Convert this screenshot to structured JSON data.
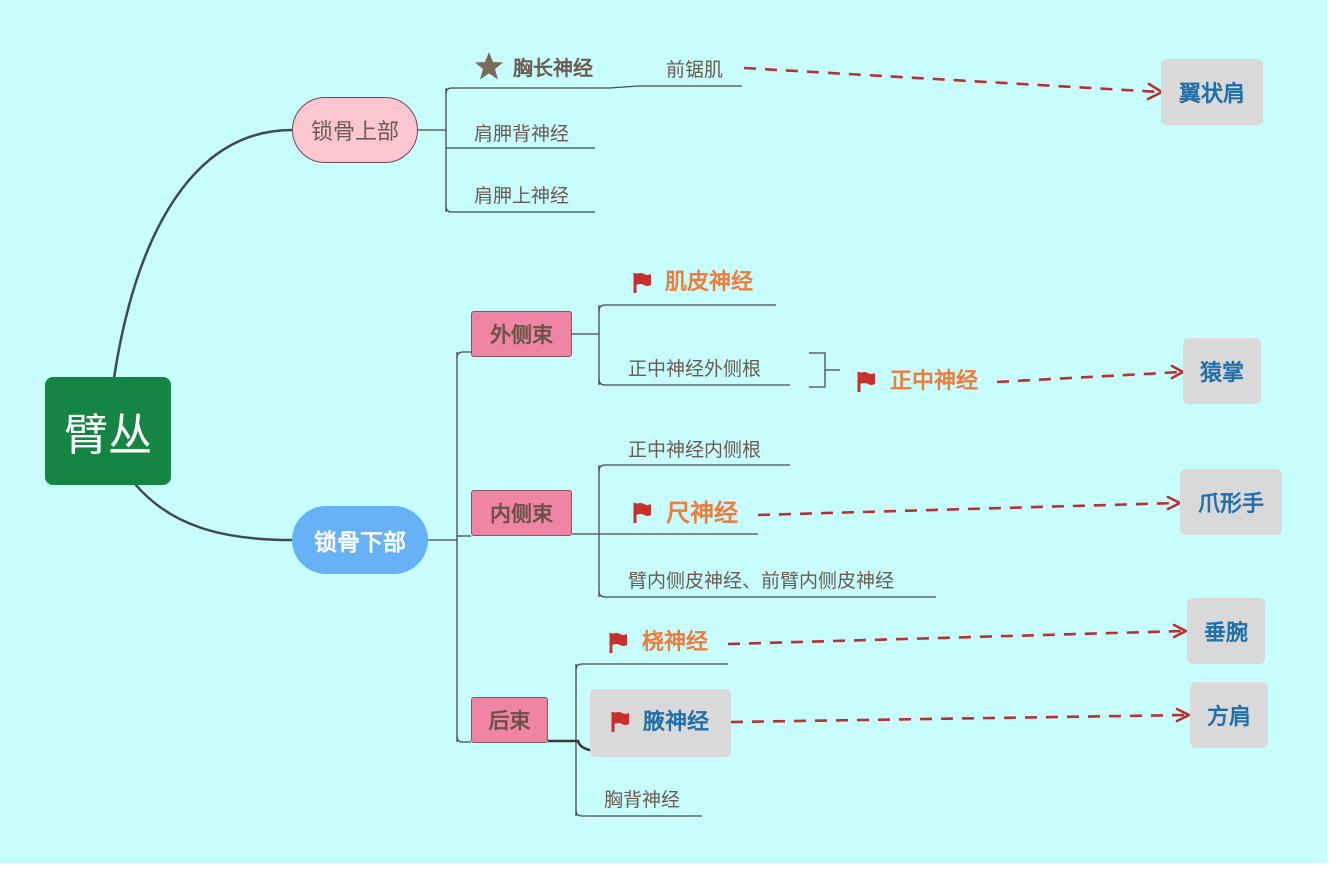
{
  "root": {
    "label": "臂丛"
  },
  "upper": {
    "label": "锁骨上部",
    "long_thoracic": "胸长神经",
    "serratus": "前锯肌",
    "dorsal_scapular": "肩胛背神经",
    "suprascapular": "肩胛上神经",
    "winged_scapula": "翼状肩"
  },
  "lower": {
    "label": "锁骨下部",
    "lateral": {
      "label": "外侧束",
      "musculocutaneous": "肌皮神经",
      "median_lateral_root": "正中神经外侧根"
    },
    "median_nerve": "正中神经",
    "ape_hand": "猿掌",
    "medial": {
      "label": "内侧束",
      "median_medial_root": "正中神经内侧根",
      "ulnar": "尺神经",
      "cutaneous": "臂内侧皮神经、前臂内侧皮神经"
    },
    "claw_hand": "爪形手",
    "posterior": {
      "label": "后束",
      "radial": "桡神经",
      "axillary": "腋神经",
      "thoracodorsal": "胸背神经"
    },
    "wrist_drop": "垂腕",
    "square_shoulder": "方肩"
  },
  "colors": {
    "background": "#c8fdfe",
    "root": "#148543",
    "upper_node": "#fbc6cf",
    "lower_node": "#66b1f8",
    "bundle": "#ef84a5",
    "highlight_text": "#ee7c3c",
    "result_text": "#1f6faa",
    "flag": "#c8302e",
    "arrow": "#b83030"
  }
}
